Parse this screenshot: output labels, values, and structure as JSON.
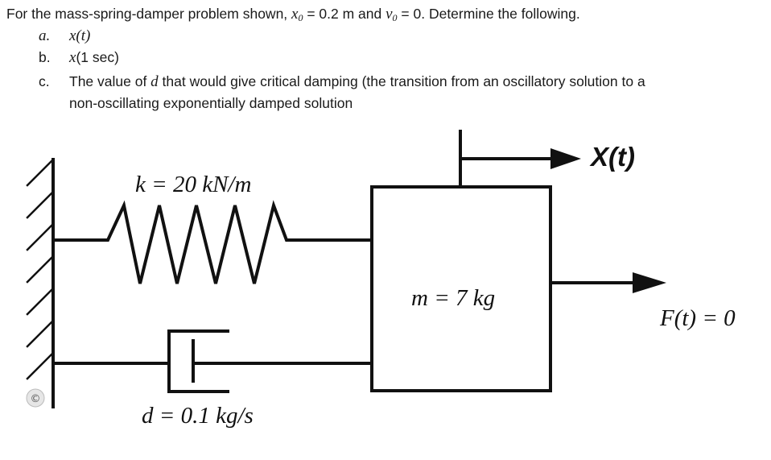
{
  "problem": {
    "intro_prefix": "For the mass-spring-damper problem shown, ",
    "x0_var": "x",
    "x0_sub": "0",
    "x0_value": " = 0.2 m and ",
    "v0_var": "v",
    "v0_sub": "0",
    "v0_value": " = 0.  Determine the following.",
    "items": [
      {
        "marker": "a.",
        "text": "x(t)"
      },
      {
        "marker": "b.",
        "text_var": "x",
        "text_rest": "(1 sec)"
      },
      {
        "marker": "c.",
        "text_prefix": "The value of ",
        "text_var": "d",
        "text_rest": " that would give critical damping (the transition from an oscillatory solution to a",
        "text_line2": "non-oscillating exponentially damped solution"
      }
    ]
  },
  "diagram": {
    "spring_label": "k = 20 kN/m",
    "mass_label": "m = 7 kg",
    "damper_label": "d = 0.1 kg/s",
    "displacement_label": "X(t)",
    "force_label": "F(t) = 0",
    "logo_glyph": "©"
  }
}
